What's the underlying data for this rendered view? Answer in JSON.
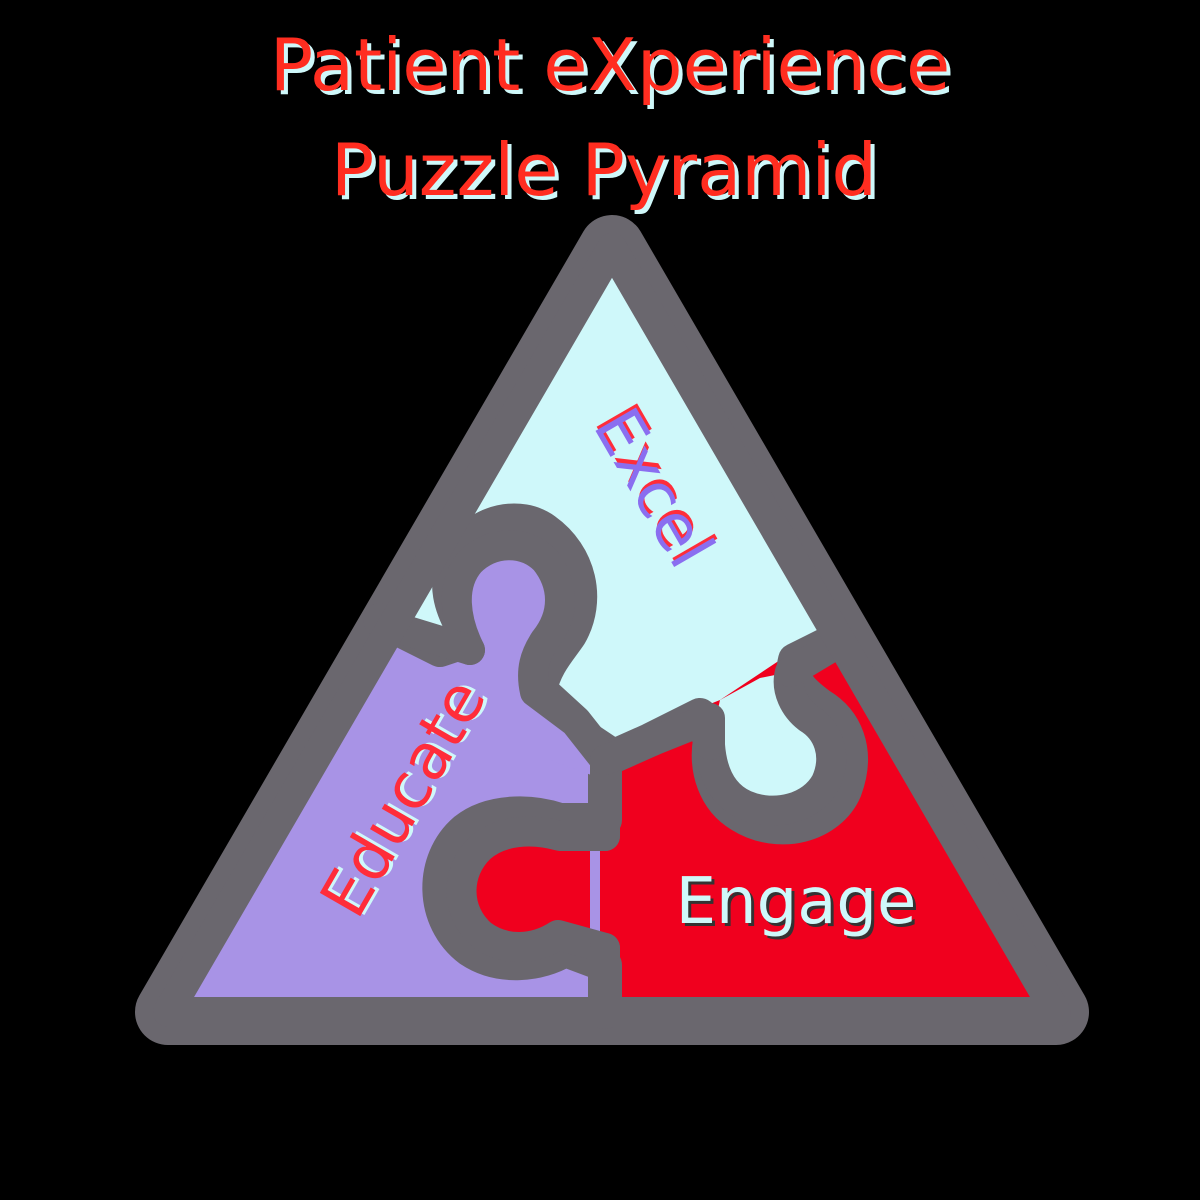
{
  "title": {
    "line1": "Patient eXperience",
    "line2": "Puzzle Pyramid"
  },
  "pieces": {
    "top": {
      "label": "Excel",
      "fill": "#cff8fa",
      "text_color": "#8a6ef0",
      "text_shadow": "#ff2d3a"
    },
    "left": {
      "label": "Educate",
      "fill": "#a893e6",
      "text_color": "#ff2d3a",
      "text_shadow": "#cff8fa"
    },
    "right": {
      "label": "Engage",
      "fill": "#f0001e",
      "text_color": "#cff8fa",
      "text_shadow": "#333333"
    }
  },
  "colors": {
    "background": "#000000",
    "outline": "#6a676e",
    "title_text": "#ff2d20",
    "title_shadow": "#cff8fa"
  }
}
